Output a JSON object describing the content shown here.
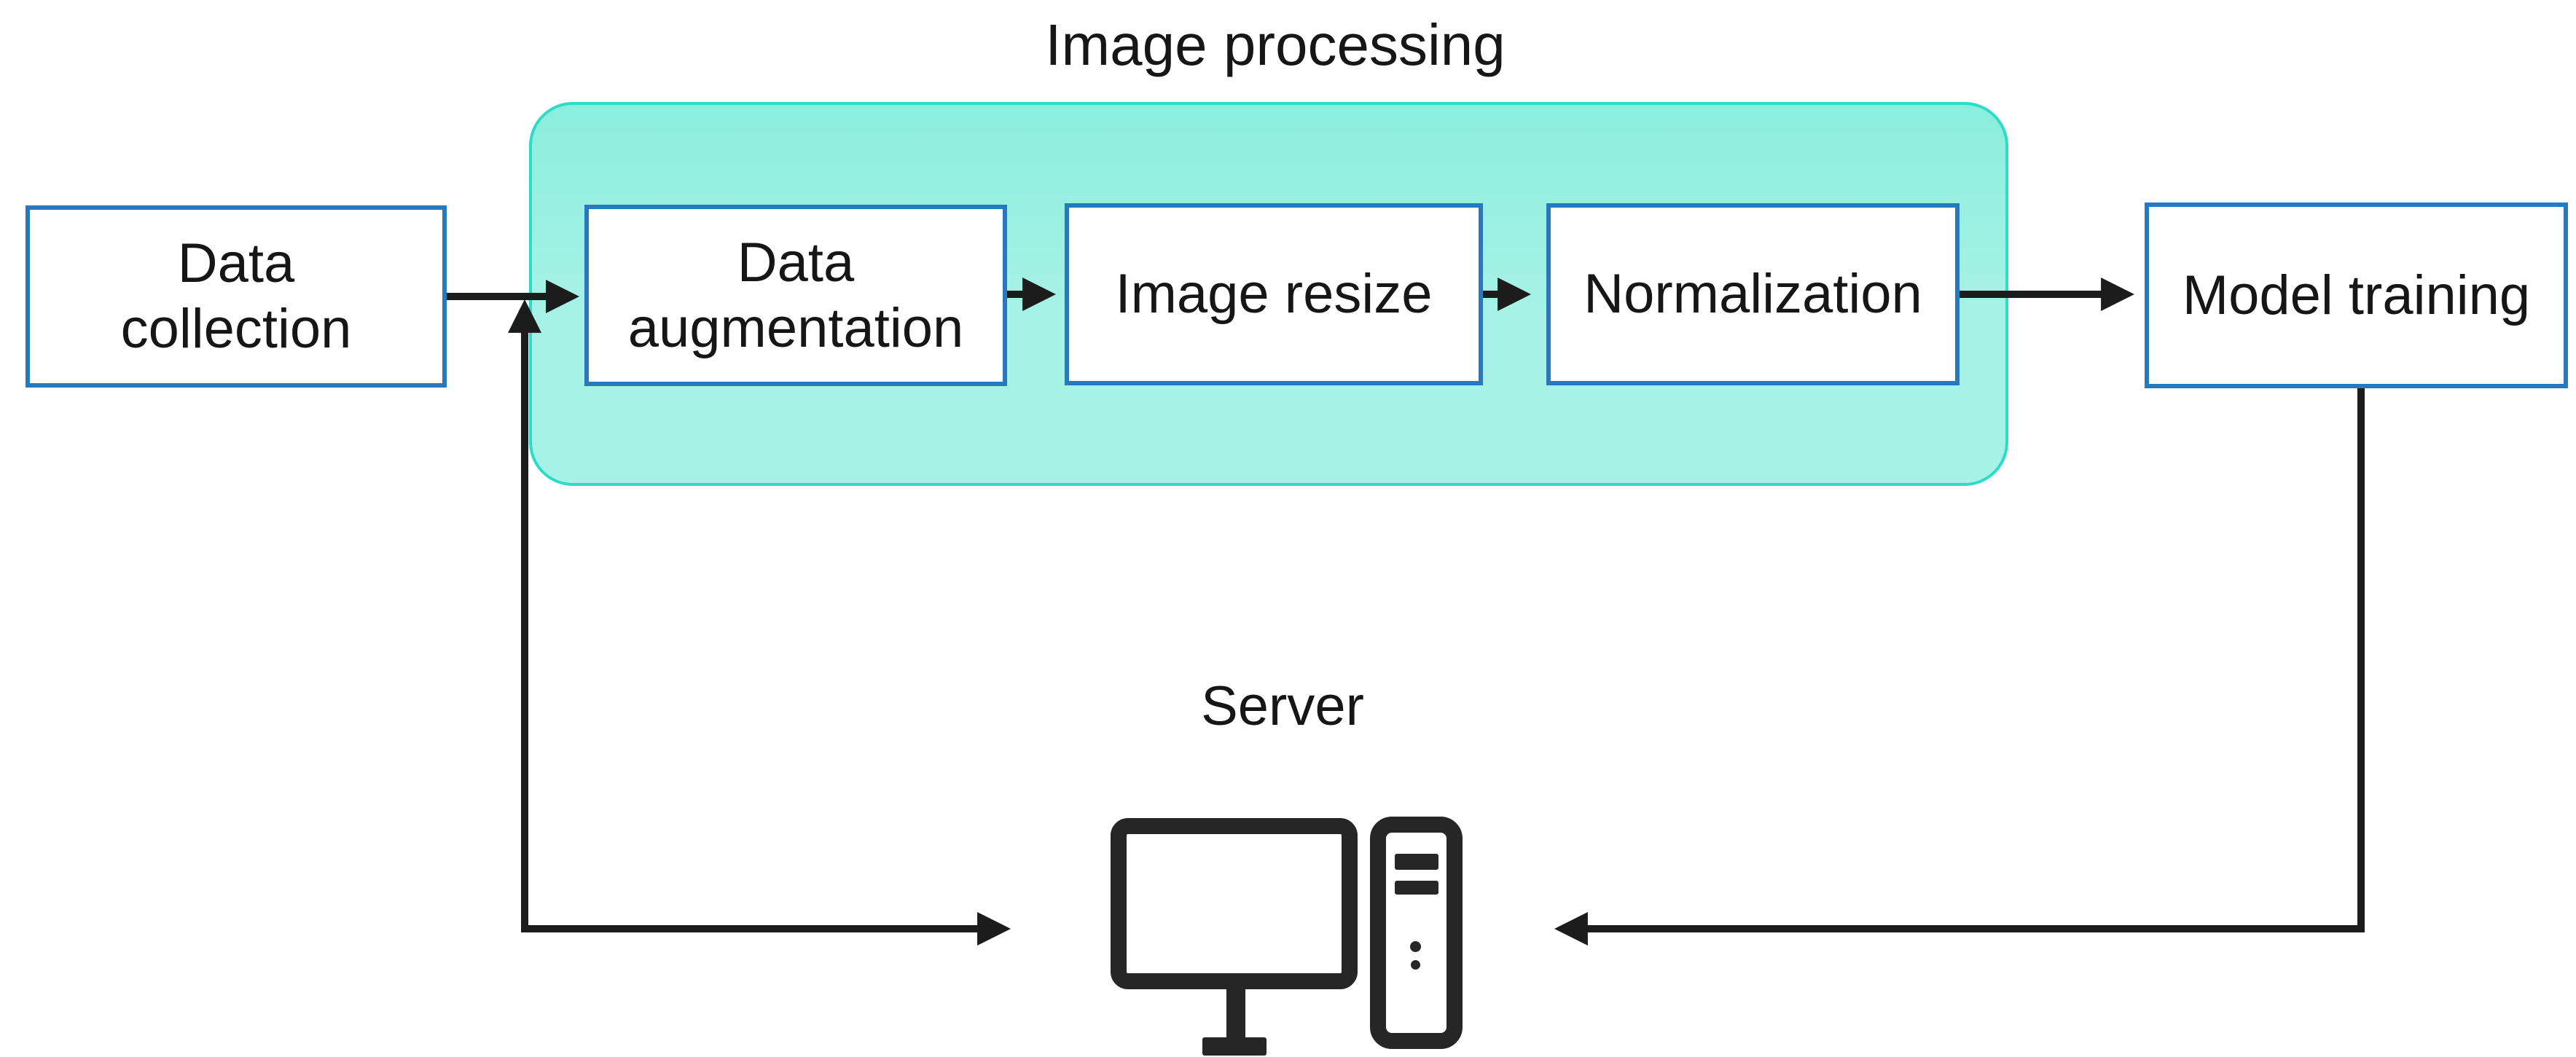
{
  "diagram": {
    "title": "Image processing",
    "nodes": {
      "data_collection": "Data collection",
      "data_augmentation": "Data augmentation",
      "image_resize": "Image resize",
      "normalization": "Normalization",
      "model_training": "Model training"
    },
    "server": {
      "label": "Server",
      "icon": "desktop-computer-icon"
    },
    "colors": {
      "box_border": "#2878BE",
      "container_fill_a": "#8BEEDD",
      "container_fill_b": "#A6F2E6",
      "container_border": "#2BDCC9",
      "arrow": "#1c1c1c",
      "text": "#161616",
      "icon": "#262626",
      "background": "#ffffff"
    }
  }
}
